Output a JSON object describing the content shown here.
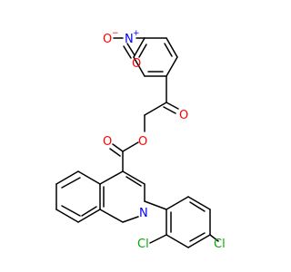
{
  "molecule": {
    "atoms": {
      "nitro_n": {
        "text": "N",
        "charge": "+",
        "color": "#0000ff"
      },
      "nitro_o_minus": {
        "text": "O",
        "charge": "−",
        "color": "#ff0000"
      },
      "nitro_o_double": {
        "text": "O",
        "color": "#ff0000"
      },
      "ketone_o": {
        "text": "O",
        "color": "#ff0000"
      },
      "ester_o_double": {
        "text": "O",
        "color": "#ff0000"
      },
      "ester_o_single": {
        "text": "O",
        "color": "#ff0000"
      },
      "quinoline_n": {
        "text": "N",
        "color": "#0000ff"
      },
      "cl_ortho": {
        "text": "Cl",
        "color": "#00aa00"
      },
      "cl_para": {
        "text": "Cl",
        "color": "#00aa00"
      }
    }
  }
}
